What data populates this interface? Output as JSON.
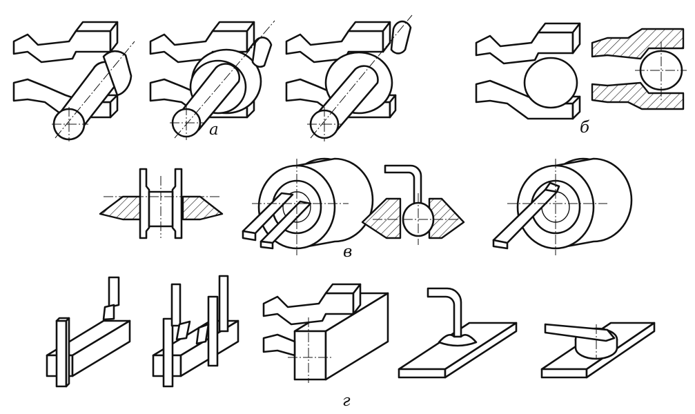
{
  "figure": {
    "labels": {
      "a": "а",
      "b": "б",
      "v": "в",
      "g": "г"
    }
  }
}
